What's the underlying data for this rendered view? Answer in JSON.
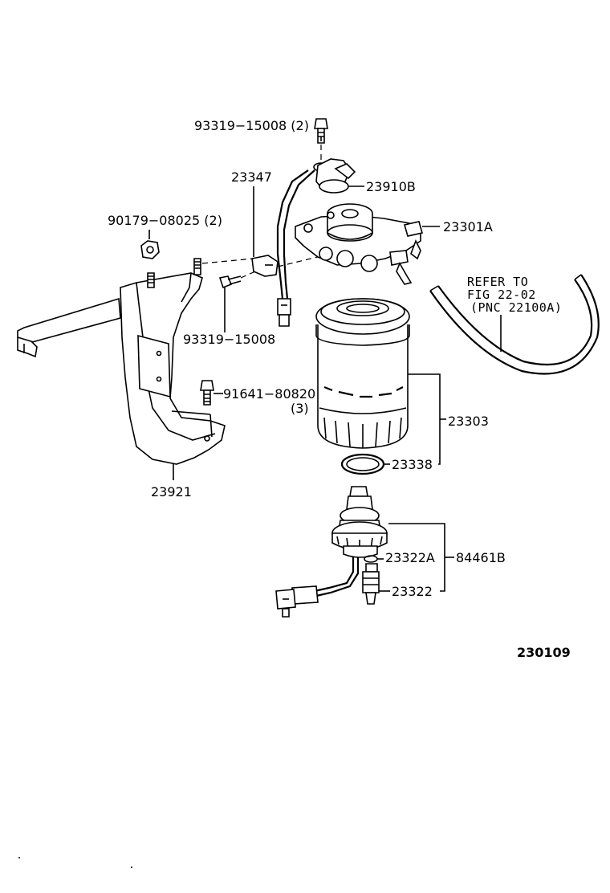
{
  "labels": {
    "p_93319_15008_2": "93319−15008 (2)",
    "p_23910B": "23910B",
    "p_23347": "23347",
    "p_23301A": "23301A",
    "p_90179_08025_2": "90179−08025 (2)",
    "p_93319_15008": "93319−15008",
    "p_91641_80820": "91641−80820",
    "p_91641_qty": "(3)",
    "p_23921": "23921",
    "p_23303": "23303",
    "p_23338": "23338",
    "p_23322A": "23322A",
    "p_84461B": "84461B",
    "p_23322": "23322",
    "refer_line1": "REFER TO",
    "refer_line2": "FIG 22-02",
    "refer_line3": "(PNC 22100A)",
    "figure_number": "230109"
  }
}
